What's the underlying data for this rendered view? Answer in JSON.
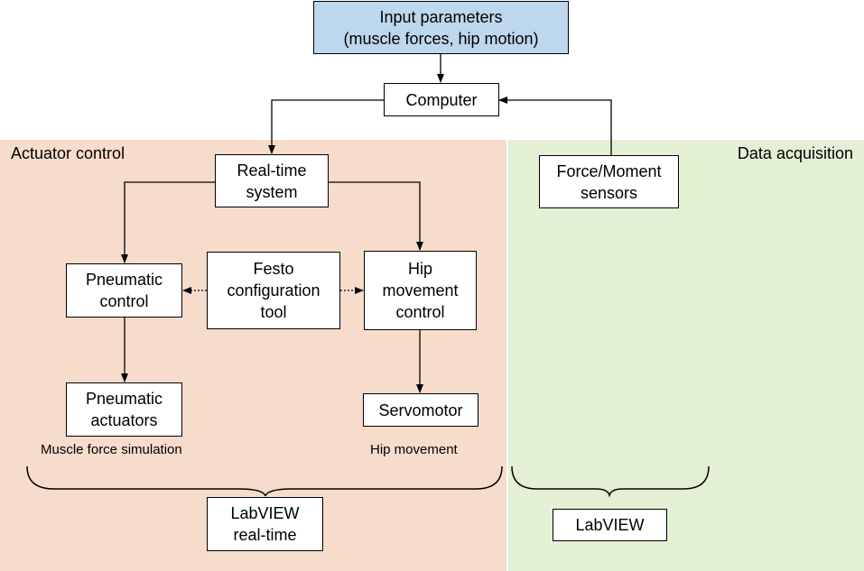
{
  "colors": {
    "actuator_panel": "#f8dccb",
    "acquisition_panel": "#e3f0d4",
    "input_box": "#bdd7ee"
  },
  "panels": {
    "actuator": {
      "label": "Actuator control"
    },
    "acquisition": {
      "label": "Data acquisition"
    }
  },
  "nodes": {
    "input": {
      "line1": "Input parameters",
      "line2": "(muscle forces, hip motion)"
    },
    "computer": {
      "line1": "Computer"
    },
    "realtime": {
      "line1": "Real-time",
      "line2": "system"
    },
    "sensors": {
      "line1": "Force/Moment",
      "line2": "sensors"
    },
    "pneumatic_control": {
      "line1": "Pneumatic",
      "line2": "control"
    },
    "festo": {
      "line1": "Festo",
      "line2": "configuration",
      "line3": "tool"
    },
    "hip_control": {
      "line1": "Hip",
      "line2": "movement",
      "line3": "control"
    },
    "actuators": {
      "line1": "Pneumatic",
      "line2": "actuators"
    },
    "servomotor": {
      "line1": "Servomotor"
    },
    "labview_rt": {
      "line1": "LabVIEW",
      "line2": "real-time"
    },
    "labview": {
      "line1": "LabVIEW"
    }
  },
  "captions": {
    "muscle": "Muscle force simulation",
    "hip": "Hip movement"
  }
}
